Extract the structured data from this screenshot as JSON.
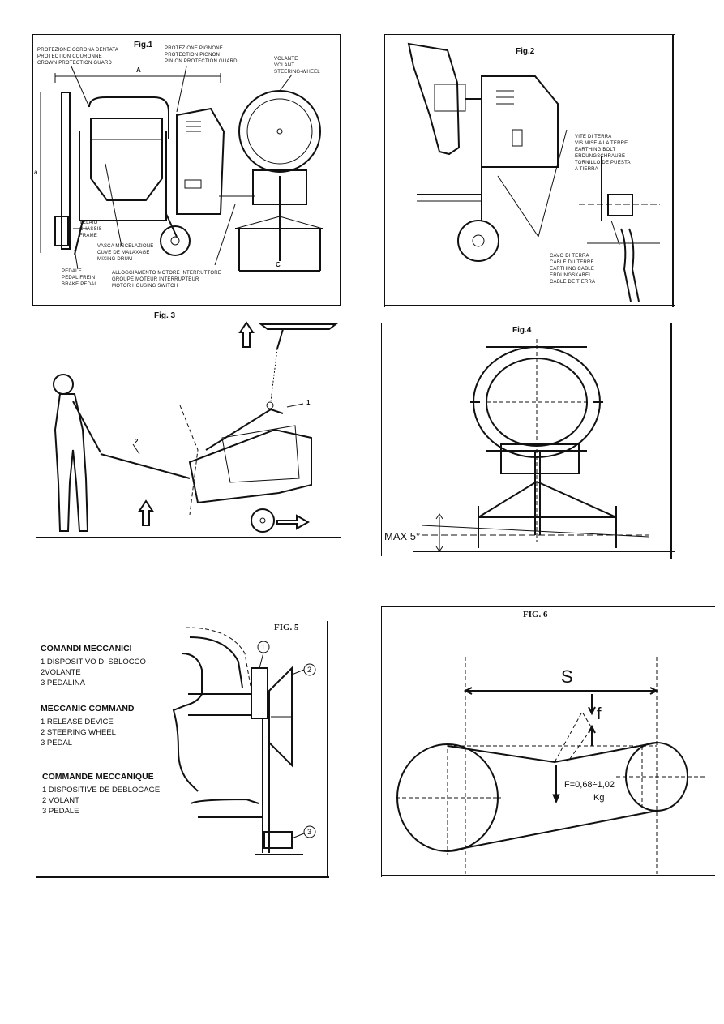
{
  "fig1": {
    "caption": "Fig.1",
    "crown_guard": [
      "PROTEZIONE CORONA DENTATA",
      "PROTECTION COURONNE",
      "CROWN PROTECTION GUARD"
    ],
    "pinion_guard": [
      "PROTEZIONE PIGNONE",
      "PROTECTION PIGNON",
      "PINION PROTECTION GUARD"
    ],
    "wheel": [
      "VOLANTE",
      "VOLANT",
      "STEERING-WHEEL"
    ],
    "frame": [
      "TELAIO",
      "CHASSIS",
      "FRAME"
    ],
    "drum": [
      "VASCA MISCELAZIONE",
      "CUVE DE MALAXAGE",
      "MIXING DRUM"
    ],
    "pedal": [
      "PEDALE",
      "PEDAL FREIN",
      "BRAKE PEDAL"
    ],
    "motor": [
      "ALLOGGIAMENTO MOTORE INTERRUTTORE",
      "GROUPE MOTEUR INTERRUPTEUR",
      "MOTOR HOUSING SWITCH"
    ],
    "dim_a_upper": "A",
    "dim_a_side": "a",
    "dim_c": "C"
  },
  "fig2": {
    "caption": "Fig.2",
    "earth_bolt": [
      "VITE DI TERRA",
      "VIS MISE A LA TERRE",
      "EARTHING BOLT",
      "ERDUNGSCHRAUBE",
      "TORNILLO DE PUESTA",
      "A TIERRA"
    ],
    "earth_cable": [
      "CAVO DI TERRA",
      "CABLE DU TERRE",
      "EARTHING CABLE",
      "ERDUNGSKABEL",
      "CABLE DE TIERRA"
    ]
  },
  "fig3": {
    "caption": "Fig. 3",
    "callout_1": "1",
    "callout_2": "2"
  },
  "fig4": {
    "caption": "Fig.4",
    "slope": "MAX 5°"
  },
  "fig5": {
    "caption": "FIG. 5",
    "it_title": "COMANDI MECCANICI",
    "it_items": [
      "1 DISPOSITIVO DI SBLOCCO",
      "2VOLANTE",
      "3 PEDALINA"
    ],
    "en_title": "MECCANIC COMMAND",
    "en_items": [
      "1 RELEASE DEVICE",
      "2 STEERING WHEEL",
      "3 PEDAL"
    ],
    "fr_title": "COMMANDE MECCANIQUE",
    "fr_items": [
      "1 DISPOSITIVE DE DEBLOCAGE",
      "2 VOLANT",
      "3 PEDALE"
    ],
    "callout_1": "1",
    "callout_2": "2",
    "callout_3": "3"
  },
  "fig6": {
    "caption": "FIG. 6",
    "span_label": "S",
    "deflection_label": "f",
    "force_label": "F=0,68÷1,02",
    "force_unit": "Kg"
  }
}
